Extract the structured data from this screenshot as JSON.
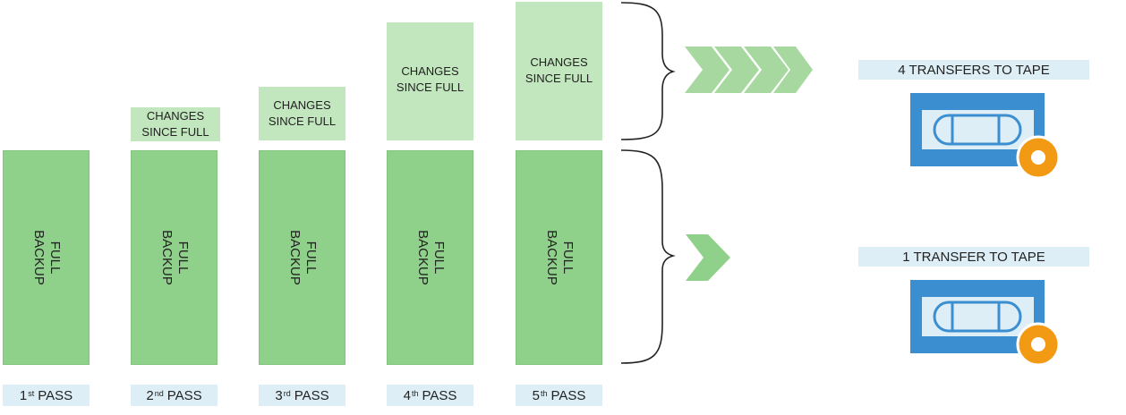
{
  "passes": [
    {
      "num": "1",
      "suffix": "st",
      "word": "PASS"
    },
    {
      "num": "2",
      "suffix": "nd",
      "word": "PASS"
    },
    {
      "num": "3",
      "suffix": "rd",
      "word": "PASS"
    },
    {
      "num": "4",
      "suffix": "th",
      "word": "PASS"
    },
    {
      "num": "5",
      "suffix": "th",
      "word": "PASS"
    }
  ],
  "full_backup": {
    "line1": "FULL",
    "line2": "BACKUP"
  },
  "changes": {
    "line1": "CHANGES",
    "line2": "SINCE FULL"
  },
  "transfers": {
    "top": "4 TRANSFERS TO TAPE",
    "bottom": "1 TRANSFER TO TAPE"
  },
  "icons": {
    "chevrons": "chevron-arrow-icon",
    "tape": "tape-cartridge-icon"
  },
  "colors": {
    "full_backup": "#8fd08a",
    "changes": "#c2e6bd",
    "label_bg": "#ddeef6",
    "tape_blue": "#3b8fd0",
    "tape_orange": "#f39a14"
  }
}
